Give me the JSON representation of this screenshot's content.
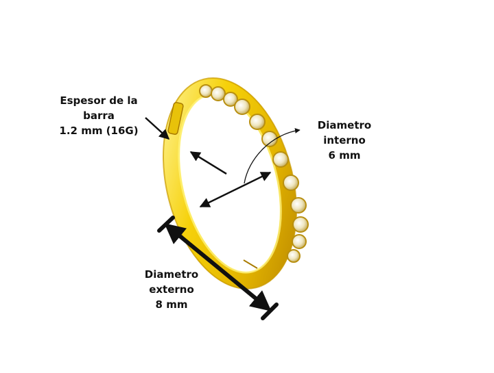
{
  "labels": {
    "thickness": {
      "line1": "Espesor de la",
      "line2": "barra",
      "line3": "1.2 mm (16G)"
    },
    "inner": {
      "line1": "Diametro",
      "line2": "interno",
      "line3": "6 mm"
    },
    "outer": {
      "line1": "Diametro",
      "line2": "externo",
      "line3": "8 mm"
    }
  },
  "colors": {
    "gold_light": "#fff27a",
    "gold": "#f2c400",
    "gold_dark": "#b98600",
    "stone": "#f4eecf",
    "arrow": "#111111",
    "background": "#ffffff"
  },
  "icons": [
    "curved-arrow-icon",
    "ring-image"
  ]
}
